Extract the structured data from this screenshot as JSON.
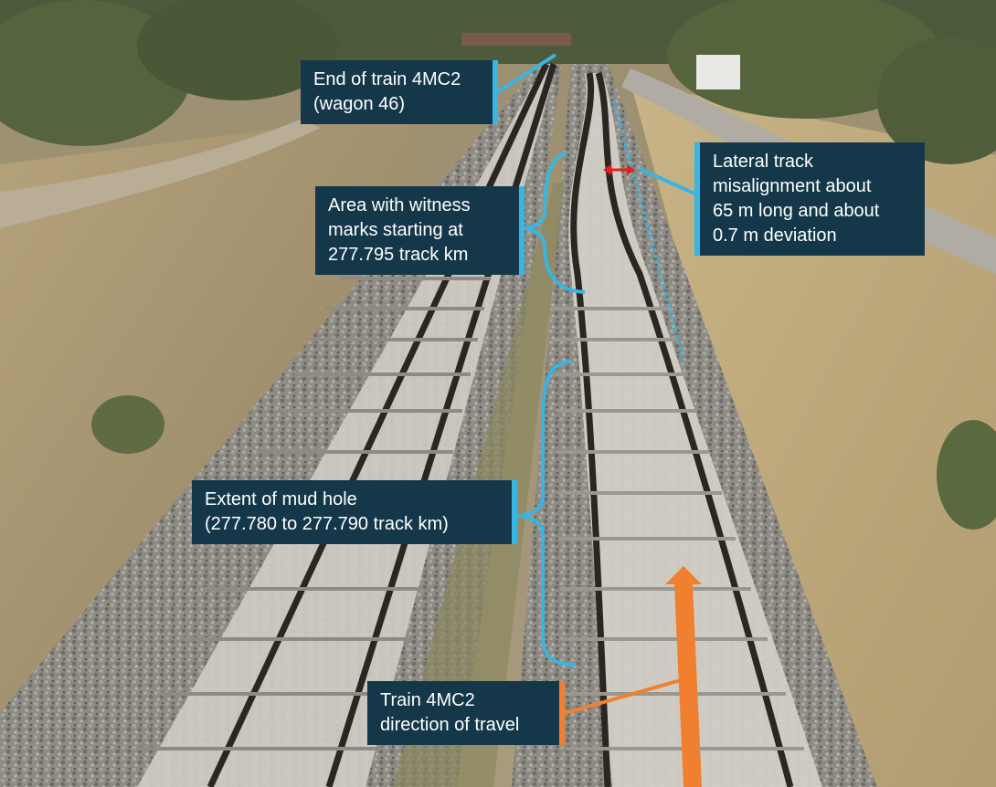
{
  "photo": {
    "subject": "aerial-rail-track",
    "colors": {
      "label_bg": "#14384a",
      "label_text": "#ffffff",
      "callout_blue": "#3ab4e0",
      "callout_orange": "#f08030",
      "deviation_marker": "#e02020"
    }
  },
  "annotations": {
    "end_of_train": [
      "End of train 4MC2",
      "(wagon 46)"
    ],
    "witness_marks": [
      "Area with witness",
      "marks starting at",
      "277.795 track km"
    ],
    "misalignment": [
      "Lateral track",
      "misalignment about",
      "65 m long and about",
      "0.7 m deviation"
    ],
    "mud_hole": [
      "Extent of mud hole",
      "(277.780 to 277.790 track km)"
    ],
    "direction": [
      "Train 4MC2",
      "direction of travel"
    ]
  }
}
